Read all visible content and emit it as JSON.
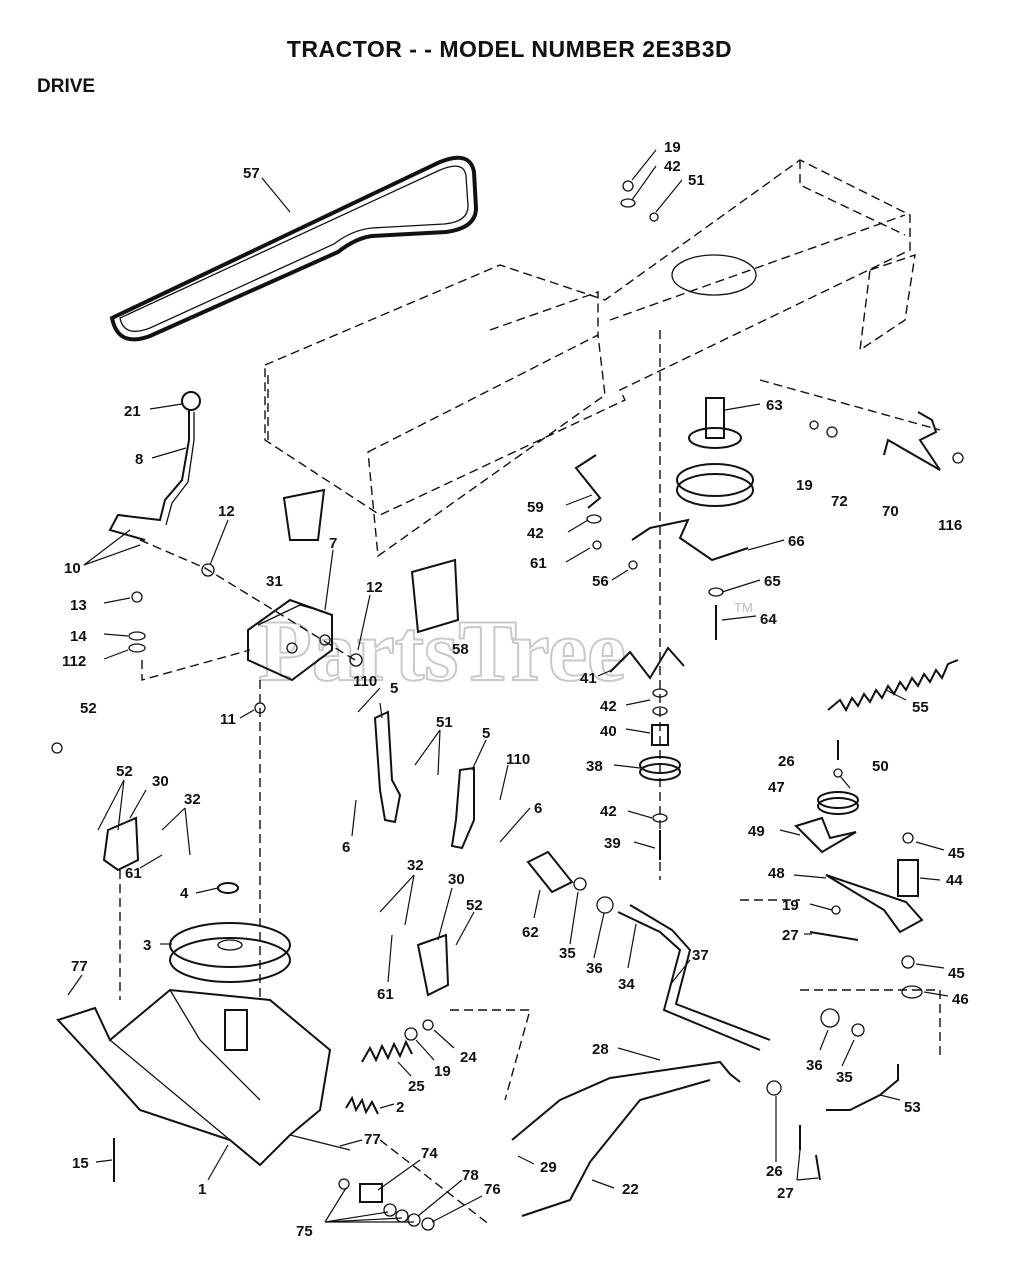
{
  "header": {
    "title": "TRACTOR - - MODEL NUMBER 2E3B3D",
    "section": "DRIVE"
  },
  "watermark": {
    "text": "PartsTree",
    "tm": "TM"
  },
  "callouts": [
    {
      "id": "c-57",
      "label": "57"
    },
    {
      "id": "c-19a",
      "label": "19"
    },
    {
      "id": "c-42a",
      "label": "42"
    },
    {
      "id": "c-51a",
      "label": "51"
    },
    {
      "id": "c-21",
      "label": "21"
    },
    {
      "id": "c-8",
      "label": "8"
    },
    {
      "id": "c-63",
      "label": "63"
    },
    {
      "id": "c-19b",
      "label": "19"
    },
    {
      "id": "c-72",
      "label": "72"
    },
    {
      "id": "c-70",
      "label": "70"
    },
    {
      "id": "c-116",
      "label": "116"
    },
    {
      "id": "c-59",
      "label": "59"
    },
    {
      "id": "c-42b",
      "label": "42"
    },
    {
      "id": "c-61a",
      "label": "61"
    },
    {
      "id": "c-56",
      "label": "56"
    },
    {
      "id": "c-66",
      "label": "66"
    },
    {
      "id": "c-65",
      "label": "65"
    },
    {
      "id": "c-64",
      "label": "64"
    },
    {
      "id": "c-10",
      "label": "10"
    },
    {
      "id": "c-12a",
      "label": "12"
    },
    {
      "id": "c-31",
      "label": "31"
    },
    {
      "id": "c-7",
      "label": "7"
    },
    {
      "id": "c-13",
      "label": "13"
    },
    {
      "id": "c-14",
      "label": "14"
    },
    {
      "id": "c-112",
      "label": "112"
    },
    {
      "id": "c-12b",
      "label": "12"
    },
    {
      "id": "c-58",
      "label": "58"
    },
    {
      "id": "c-41",
      "label": "41"
    },
    {
      "id": "c-55",
      "label": "55"
    },
    {
      "id": "c-42c",
      "label": "42"
    },
    {
      "id": "c-40",
      "label": "40"
    },
    {
      "id": "c-52a",
      "label": "52"
    },
    {
      "id": "c-11",
      "label": "11"
    },
    {
      "id": "c-110a",
      "label": "110"
    },
    {
      "id": "c-5a",
      "label": "5"
    },
    {
      "id": "c-51b",
      "label": "51"
    },
    {
      "id": "c-5b",
      "label": "5"
    },
    {
      "id": "c-110b",
      "label": "110"
    },
    {
      "id": "c-38",
      "label": "38"
    },
    {
      "id": "c-26a",
      "label": "26"
    },
    {
      "id": "c-50",
      "label": "50"
    },
    {
      "id": "c-47",
      "label": "47"
    },
    {
      "id": "c-52b",
      "label": "52"
    },
    {
      "id": "c-30a",
      "label": "30"
    },
    {
      "id": "c-32a",
      "label": "32"
    },
    {
      "id": "c-6a",
      "label": "6"
    },
    {
      "id": "c-6b",
      "label": "6"
    },
    {
      "id": "c-42d",
      "label": "42"
    },
    {
      "id": "c-39",
      "label": "39"
    },
    {
      "id": "c-49",
      "label": "49"
    },
    {
      "id": "c-45a",
      "label": "45"
    },
    {
      "id": "c-61b",
      "label": "61"
    },
    {
      "id": "c-4",
      "label": "4"
    },
    {
      "id": "c-48",
      "label": "48"
    },
    {
      "id": "c-44",
      "label": "44"
    },
    {
      "id": "c-32b",
      "label": "32"
    },
    {
      "id": "c-30b",
      "label": "30"
    },
    {
      "id": "c-52c",
      "label": "52"
    },
    {
      "id": "c-19c",
      "label": "19"
    },
    {
      "id": "c-27a",
      "label": "27"
    },
    {
      "id": "c-62",
      "label": "62"
    },
    {
      "id": "c-35a",
      "label": "35"
    },
    {
      "id": "c-36a",
      "label": "36"
    },
    {
      "id": "c-34",
      "label": "34"
    },
    {
      "id": "c-3",
      "label": "3"
    },
    {
      "id": "c-61c",
      "label": "61"
    },
    {
      "id": "c-37",
      "label": "37"
    },
    {
      "id": "c-45b",
      "label": "45"
    },
    {
      "id": "c-46",
      "label": "46"
    },
    {
      "id": "c-77a",
      "label": "77"
    },
    {
      "id": "c-24",
      "label": "24"
    },
    {
      "id": "c-28",
      "label": "28"
    },
    {
      "id": "c-36b",
      "label": "36"
    },
    {
      "id": "c-35b",
      "label": "35"
    },
    {
      "id": "c-25",
      "label": "25"
    },
    {
      "id": "c-19d",
      "label": "19"
    },
    {
      "id": "c-2",
      "label": "2"
    },
    {
      "id": "c-53",
      "label": "53"
    },
    {
      "id": "c-77b",
      "label": "77"
    },
    {
      "id": "c-15",
      "label": "15"
    },
    {
      "id": "c-74",
      "label": "74"
    },
    {
      "id": "c-29",
      "label": "29"
    },
    {
      "id": "c-26b",
      "label": "26"
    },
    {
      "id": "c-1",
      "label": "1"
    },
    {
      "id": "c-78",
      "label": "78"
    },
    {
      "id": "c-76",
      "label": "76"
    },
    {
      "id": "c-22",
      "label": "22"
    },
    {
      "id": "c-27b",
      "label": "27"
    },
    {
      "id": "c-75",
      "label": "75"
    }
  ]
}
